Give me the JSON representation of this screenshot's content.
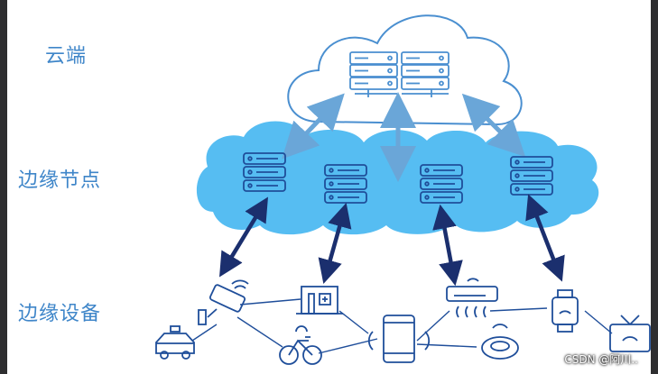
{
  "tiers": {
    "cloud": "云端",
    "edge": "边缘节点",
    "devices": "边缘设备"
  },
  "watermark": "CSDN @阿川..",
  "icons": {
    "cloud_servers": [
      "server-rack-icon",
      "server-rack-icon"
    ],
    "edge_nodes": [
      "server-icon",
      "server-icon",
      "server-icon",
      "server-icon"
    ],
    "devices": [
      "taxi-icon",
      "security-camera-icon",
      "bicycle-icon",
      "smart-building-icon",
      "smartphone-icon",
      "air-conditioner-icon",
      "robot-vacuum-icon",
      "smartwatch-icon",
      "smart-tv-icon"
    ]
  },
  "colors": {
    "label": "#3f86c9",
    "icon_stroke": "#1f4e9a",
    "edge_cloud_fill": "#56bdf2",
    "arrow_light": "#6aa6d8",
    "arrow_dark": "#1b2f6e"
  }
}
